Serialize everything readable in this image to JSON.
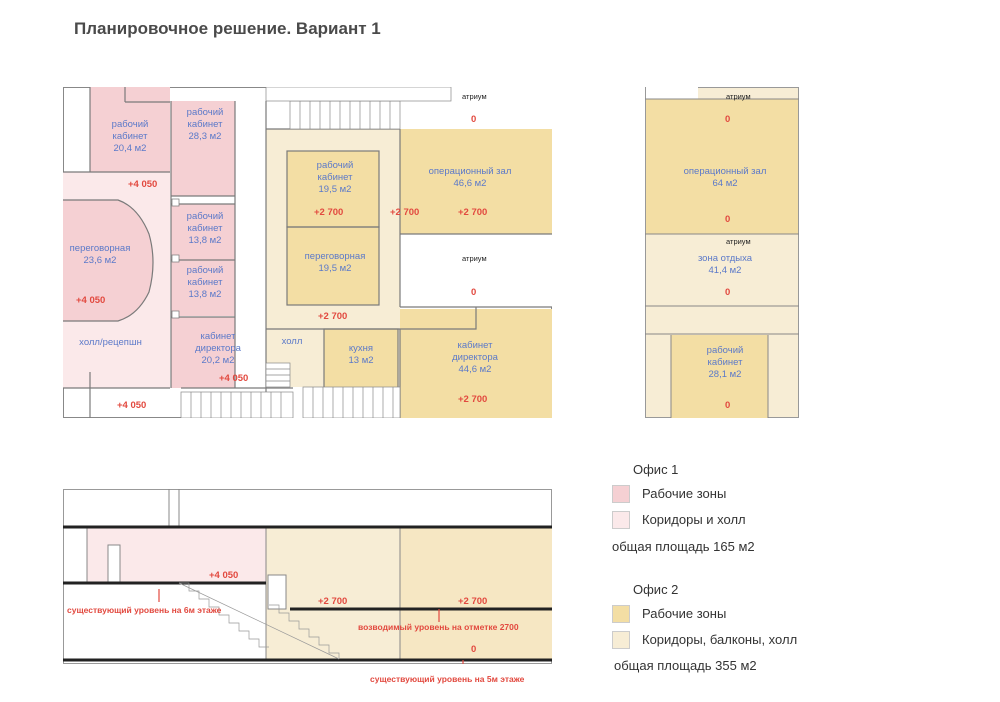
{
  "title": "Планировочное решение. Вариант 1",
  "colors": {
    "office1_work": "#f5d0d3",
    "office1_corridor": "#fbe9ea",
    "office2_work": "#f3dea4",
    "office2_corridor": "#f7edd5",
    "level_red": "#e2493f",
    "label_blue": "#5b79c9"
  },
  "plan1": {
    "rooms": {
      "r1": {
        "name": "рабочий\nкабинет",
        "area": "20,4 м2"
      },
      "r2": {
        "name": "рабочий\nкабинет",
        "area": "28,3 м2"
      },
      "r3": {
        "name": "переговорная",
        "area": "23,6 м2"
      },
      "r4": {
        "name": "рабочий\nкабинет",
        "area": "13,8 м2"
      },
      "r5": {
        "name": "рабочий\nкабинет",
        "area": "13,8 м2"
      },
      "r6": {
        "name": "кабинет\nдиректора",
        "area": "20,2 м2"
      },
      "r7": {
        "name": "рабочий\nкабинет",
        "area": "19,5 м2"
      },
      "r8": {
        "name": "переговорная",
        "area": "19,5 м2"
      },
      "r9": {
        "name": "операционный зал",
        "area": "46,6 м2"
      },
      "r10": {
        "name": "кухня",
        "area": "13 м2"
      },
      "r11": {
        "name": "кабинет\nдиректора",
        "area": "44,6 м2"
      },
      "holl1": "холл/рецепшн",
      "holl2": "холл"
    },
    "atrium1": "атриум",
    "atrium2": "атриум",
    "levels": {
      "a": "+4 050",
      "b": "+4 050",
      "c": "+4 050",
      "d": "+4 050",
      "e": "+2 700",
      "f": "+2 700",
      "g": "+2 700",
      "h": "+2 700",
      "i": "+2 700",
      "z1": "0",
      "z2": "0"
    }
  },
  "plan2": {
    "atrium1": "атриум",
    "atrium2": "атриум",
    "hall": {
      "name": "операционный зал",
      "area": "64 м2"
    },
    "rest": {
      "name": "зона отдыха",
      "area": "41,4 м2"
    },
    "office": {
      "name": "рабочий\nкабинет",
      "area": "28,1 м2"
    },
    "z1": "0",
    "z2": "0",
    "z3": "0",
    "z4": "0"
  },
  "section": {
    "lvl1": "+4 050",
    "lvl2": "+2 700",
    "lvl3": "+2 700",
    "lvl4": "0",
    "note1": "существующий уровень на 6м этаже",
    "note2": "возводимый уровень на отметке  2700",
    "note3": "существующий уровень на 5м этаже"
  },
  "legend": {
    "office1": "Офис 1",
    "o1_work": "Рабочие зоны",
    "o1_corr": "Коридоры и холл",
    "o1_total": "общая площадь 165 м2",
    "office2": "Офис 2",
    "o2_work": "Рабочие зоны",
    "o2_corr": "Коридоры, балконы, холл",
    "o2_total": "общая площадь 355 м2"
  }
}
